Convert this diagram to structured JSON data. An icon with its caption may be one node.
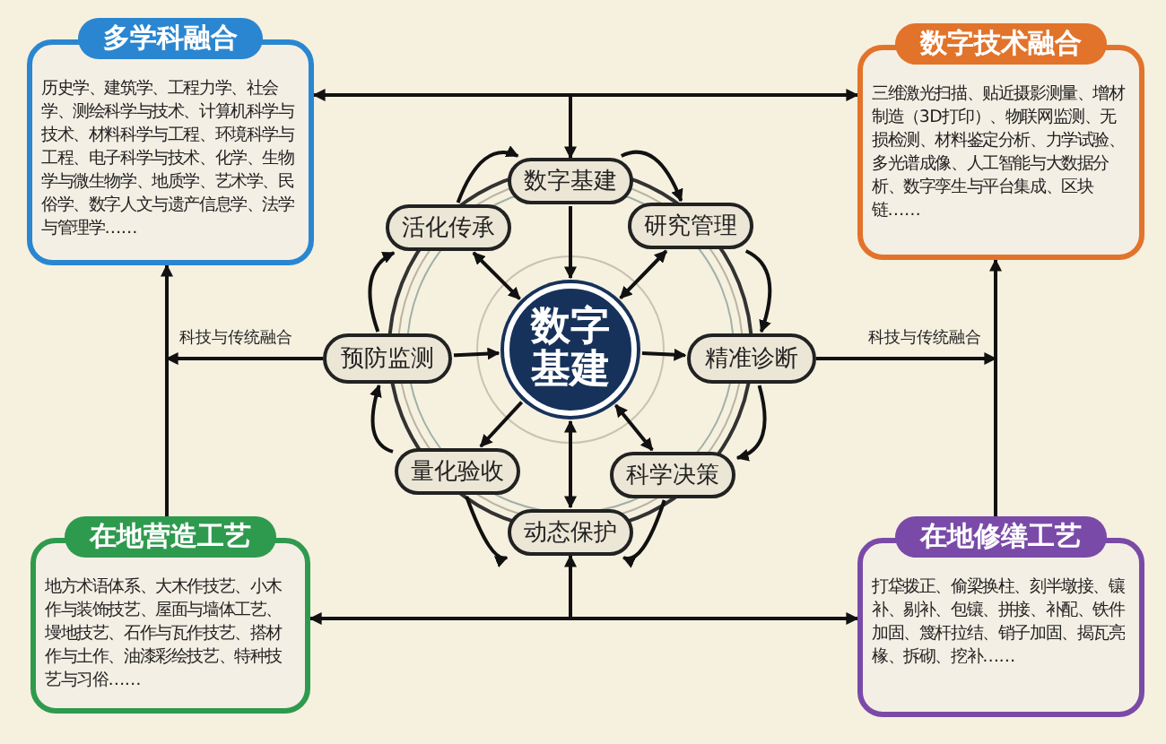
{
  "diagram": {
    "nodes": [
      {
        "text": [
          "多学科融合",
          "历史学、建筑学、工程力学、社会学、测绘科学与技术、计算机科学与技术、材料科学与工程、环境科学与工程、电子科学与技术、化学、生物学与微生物学、地质学、艺术学、民俗学、数字人文与遗产信息学、法学与管理学……"
        ]
      },
      {
        "text": [
          "数字技术融合",
          "三维激光扫描、贴近摄影测量、增材制造（3D打印）、物联网监测、无损检测、材料鉴定分析、力学试验、多光谱成像、人工智能与大数据分析、数字孪生与平台集成、区块链……"
        ]
      },
      {
        "text": [
          "在地营造工艺",
          "地方术语体系、大木作技艺、小木作与装饰技艺、屋面与墙体工艺、墁地技艺、石作与瓦作技艺、搭材作与土作、油漆彩绘技艺、特种技艺与习俗……"
        ]
      },
      {
        "text": [
          "在地修缮工艺",
          "打牮拨正、偷梁换柱、刻半墩接、镶补、剔补、包镶、拼接、补配、铁件加固、篾杆拉结、销子加固、揭瓦亮椽、拆砌、挖补……"
        ]
      },
      {
        "text": [
          "数字基建"
        ]
      },
      {
        "text": [
          "数字基建"
        ]
      },
      {
        "text": [
          "研究管理"
        ]
      },
      {
        "text": [
          "精准诊断"
        ]
      },
      {
        "text": [
          "科学决策"
        ]
      },
      {
        "text": [
          "动态保护"
        ]
      },
      {
        "text": [
          "量化验收"
        ]
      },
      {
        "text": [
          "预防监测"
        ]
      },
      {
        "text": [
          "活化传承"
        ]
      }
    ],
    "edges": [
      {
        "from": 0,
        "to": 1,
        "arrow": "both"
      },
      {
        "from": null,
        "to": 5,
        "arrow": "to"
      },
      {
        "from": 0,
        "to": 2,
        "arrow": "both"
      },
      {
        "from": 11,
        "to": null,
        "arrow": "to",
        "label": "科技与传统融合"
      },
      {
        "from": 1,
        "to": 3,
        "arrow": "both"
      },
      {
        "from": 7,
        "to": null,
        "arrow": "to",
        "label": "科技与传统融合"
      },
      {
        "from": 2,
        "to": 3,
        "arrow": "both"
      },
      {
        "from": null,
        "to": 9,
        "arrow": "to"
      },
      {
        "from": 5,
        "to": 4,
        "arrow": "to"
      },
      {
        "from": 12,
        "to": 4,
        "arrow": "both"
      },
      {
        "from": 6,
        "to": 4,
        "arrow": "both"
      },
      {
        "from": 4,
        "to": 7,
        "arrow": "to"
      },
      {
        "from": 8,
        "to": 4,
        "arrow": "both"
      },
      {
        "from": 9,
        "to": 4,
        "arrow": "both"
      },
      {
        "from": 4,
        "to": 10,
        "arrow": "to"
      },
      {
        "from": 11,
        "to": 4,
        "arrow": "to"
      },
      {
        "from": 5,
        "to": 6,
        "arrow": "to"
      },
      {
        "from": 6,
        "to": 7,
        "arrow": "to"
      },
      {
        "from": 7,
        "to": 8,
        "arrow": "to"
      },
      {
        "from": 8,
        "to": 9,
        "arrow": "to"
      },
      {
        "from": 10,
        "to": 9,
        "arrow": "to"
      },
      {
        "from": 10,
        "to": 11,
        "arrow": "to"
      },
      {
        "from": 11,
        "to": 12,
        "arrow": "to"
      },
      {
        "from": 12,
        "to": 5,
        "arrow": "to"
      }
    ]
  }
}
